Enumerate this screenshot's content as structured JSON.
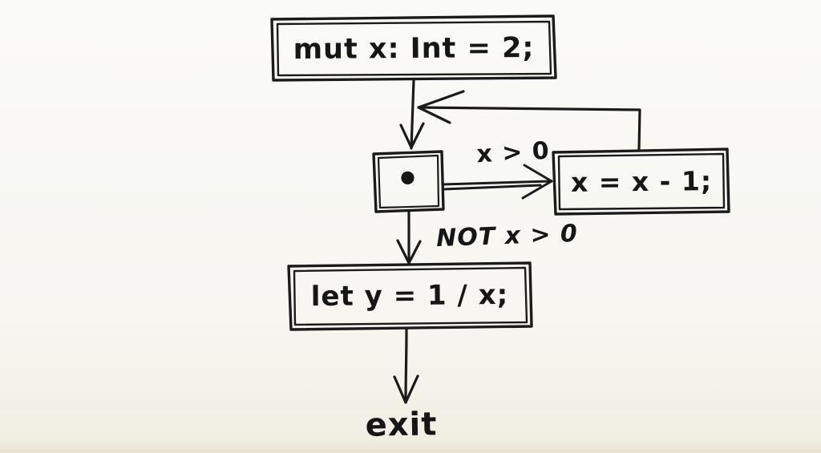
{
  "colors": {
    "background": "#f7f6f1",
    "ink": "#1b1b1b"
  },
  "diagram_type": "flowchart",
  "nodes": {
    "init": {
      "label": "mut x: Int = 2;"
    },
    "junction": {
      "dot": "•"
    },
    "decrement": {
      "label": "x = x - 1;"
    },
    "divide": {
      "label": "let y = 1 / x;"
    },
    "exit": {
      "label": "exit"
    }
  },
  "edge_labels": {
    "loop_condition": "x > 0",
    "exit_condition": "NOT x > 0"
  },
  "edges": [
    {
      "from": "init",
      "to": "junction"
    },
    {
      "from": "junction",
      "to": "decrement",
      "label": "x > 0"
    },
    {
      "from": "decrement",
      "to": "junction",
      "kind": "loop-back"
    },
    {
      "from": "junction",
      "to": "divide",
      "label": "NOT x > 0"
    },
    {
      "from": "divide",
      "to": "exit"
    }
  ]
}
